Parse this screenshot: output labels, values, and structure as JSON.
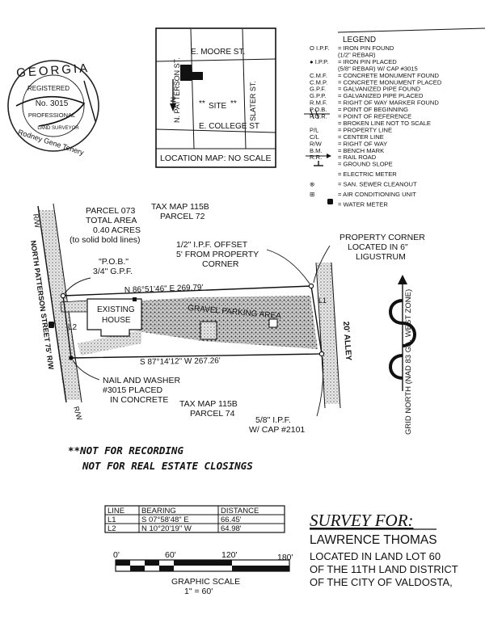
{
  "seal": {
    "state": "GEORGIA",
    "registered": "REGISTERED",
    "number": "No. 3015",
    "professional": "PROFESSIONAL",
    "name": "Rodney Gene Tenery",
    "land_surveyor": "LAND SURVEYOR"
  },
  "location_map": {
    "street_top": "E. MOORE ST.",
    "street_left": "N. PATTERSON ST.",
    "street_right": "SLATER ST.",
    "street_bottom": "E. COLLEGE ST",
    "site": "SITE",
    "north": "N",
    "caption": "LOCATION MAP: NO SCALE"
  },
  "legend": {
    "title": "LEGEND",
    "items": [
      {
        "abbr": "O I.P.F.",
        "desc": "= IRON PIN FOUND"
      },
      {
        "abbr": "",
        "desc": "(1/2\" REBAR)"
      },
      {
        "abbr": "● I.P.P.",
        "desc": "= IRON PIN PLACED"
      },
      {
        "abbr": "",
        "desc": "(5/8\" REBAR) W/ CAP #3015"
      },
      {
        "abbr": "C.M.F.",
        "desc": "= CONCRETE MONUMENT FOUND"
      },
      {
        "abbr": "C.M.P.",
        "desc": "= CONCRETE MONUMENT PLACED"
      },
      {
        "abbr": "G.P.F.",
        "desc": "= GALVANIZED PIPE FOUND"
      },
      {
        "abbr": "G.P.P.",
        "desc": "= GALVANIZED PIPE PLACED"
      },
      {
        "abbr": "R.M.F.",
        "desc": "= RIGHT OF WAY MARKER FOUND"
      },
      {
        "abbr": "P.O.B.",
        "desc": "= POINT OF BEGINNING"
      },
      {
        "abbr": "P.O.R.",
        "desc": "= POINT OF REFERENCE"
      },
      {
        "abbr": "",
        "desc": "= BROKEN LINE NOT TO SCALE"
      },
      {
        "abbr": "P/L",
        "desc": "= PROPERTY LINE"
      },
      {
        "abbr": "C/L",
        "desc": "= CENTER LINE"
      },
      {
        "abbr": "R/W",
        "desc": "= RIGHT OF WAY"
      },
      {
        "abbr": "B.M.",
        "desc": "= BENCH MARK"
      },
      {
        "abbr": "R.R.",
        "desc": "= RAIL ROAD"
      },
      {
        "abbr": "",
        "desc": "= GROUND SLOPE"
      },
      {
        "abbr": "",
        "desc": "= ELECTRIC METER"
      },
      {
        "abbr": "⊗",
        "desc": "= SAN. SEWER CLEANOUT"
      },
      {
        "abbr": "⊞",
        "desc": "= AIR CONDITIONING UNIT"
      },
      {
        "abbr": "",
        "desc": "= WATER METER"
      }
    ]
  },
  "plat": {
    "rw_top": "R/W",
    "rw_bottom": "R/W",
    "parcel_073_1": "PARCEL 073",
    "parcel_073_2": "TOTAL AREA",
    "parcel_073_3": "0.40 ACRES",
    "parcel_073_4": "(to solid bold lines)",
    "tax_map_top_1": "TAX MAP 115B",
    "tax_map_top_2": "PARCEL 72",
    "ipf_offset_1": "1/2\" I.P.F. OFFSET",
    "ipf_offset_2": "5' FROM PROPERTY",
    "ipf_offset_3": "CORNER",
    "prop_corner_1": "PROPERTY CORNER",
    "prop_corner_2": "LOCATED IN 6\"",
    "prop_corner_3": "LIGUSTRUM",
    "pob_1": "\"P.O.B.\"",
    "pob_2": "3/4\" G.P.F.",
    "bearing_top": "N 86°51'46\" E    269.79'",
    "gravel": "GRAVEL PARKING AREA",
    "house_1": "EXISTING",
    "house_2": "HOUSE",
    "l1": "L1",
    "l2": "L2",
    "alley": "20' ALLEY",
    "bearing_bottom": "S 87°14'12\" W    267.26'",
    "street": "NORTH PATTERSON STREET 75' R/W",
    "nail_1": "NAIL AND WASHER",
    "nail_2": "#3015 PLACED",
    "nail_3": "IN CONCRETE",
    "tax_map_bottom_1": "TAX MAP 115B",
    "tax_map_bottom_2": "PARCEL 74",
    "cap_1": "5/8\" I.P.F.",
    "cap_2": "W/ CAP #2101",
    "grid_north": "GRID NORTH (NAD 83 GA. WEST ZONE)"
  },
  "notice_1": "**NOT FOR RECORDING",
  "notice_2": "NOT FOR REAL ESTATE CLOSINGS",
  "line_table": {
    "headers": [
      "LINE",
      "BEARING",
      "DISTANCE"
    ],
    "rows": [
      [
        "L1",
        "S 07°58'48\" E",
        "66.45'"
      ],
      [
        "L2",
        "N 10°20'19\" W",
        "64.98'"
      ]
    ]
  },
  "scale": {
    "labels": [
      "0'",
      "60'",
      "120'",
      "180'"
    ],
    "caption": "GRAPHIC SCALE",
    "ratio": "1\" = 60'"
  },
  "title_block": {
    "survey_for": "SURVEY FOR:",
    "client": "LAWRENCE THOMAS",
    "line1": "LOCATED IN LAND LOT 60",
    "line2": "OF THE 11TH LAND DISTRICT",
    "line3": "OF THE CITY OF VALDOSTA,"
  }
}
